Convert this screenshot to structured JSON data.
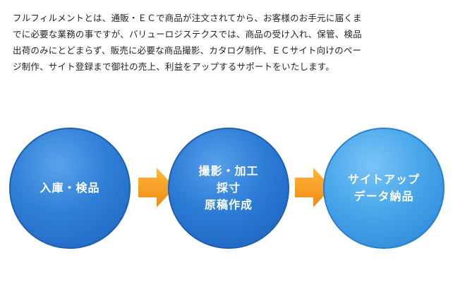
{
  "intro": {
    "lines": [
      "フルフィルメントとは、通販・ＥＣで商品が注文されてから、お客様のお手元に届くま",
      "でに必要な業務の事ですが、バリューロジステクスでは、商品の受け入れ、保管、検品",
      "出荷のみにとどまらず、販売に必要な商品撮影、カタログ制作、ＥＣサイト向けのペー",
      "ジ制作、サイト登録まで御社の売上、利益をアップするサポートをいたします。"
    ]
  },
  "flow": {
    "steps": [
      {
        "lines": [
          "入庫・検品"
        ]
      },
      {
        "lines": [
          "撮影・加工",
          "採寸",
          "原稿作成"
        ]
      },
      {
        "lines": [
          "サイトアップ",
          "データ納品"
        ]
      }
    ],
    "colors": {
      "circle_blue": "#2f7fd8",
      "circle_light_blue": "#48a6ea",
      "arrow_orange": "#f39a1e"
    }
  }
}
